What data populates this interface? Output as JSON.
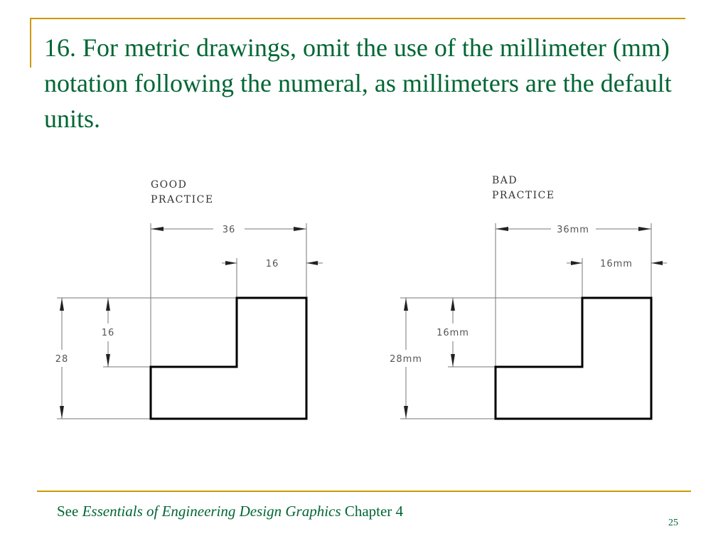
{
  "slide": {
    "title": "16. For metric drawings, omit the use of  the millimeter (mm) notation following the numeral, as millimeters are the default units.",
    "page_number": "25",
    "colors": {
      "accent": "#cc9900",
      "title_text": "#006633"
    }
  },
  "good": {
    "label_line1": "GOOD",
    "label_line2": "PRACTICE",
    "dim_width": "36",
    "dim_notch": "16",
    "dim_step": "16",
    "dim_height": "28"
  },
  "bad": {
    "label_line1": "BAD",
    "label_line2": "PRACTICE",
    "dim_width": "36mm",
    "dim_notch": "16mm",
    "dim_step": "16mm",
    "dim_height": "28mm"
  },
  "footer": {
    "see": "See ",
    "book": "Essentials of  Engineering Design Graphics",
    "chapter": " Chapter 4"
  }
}
